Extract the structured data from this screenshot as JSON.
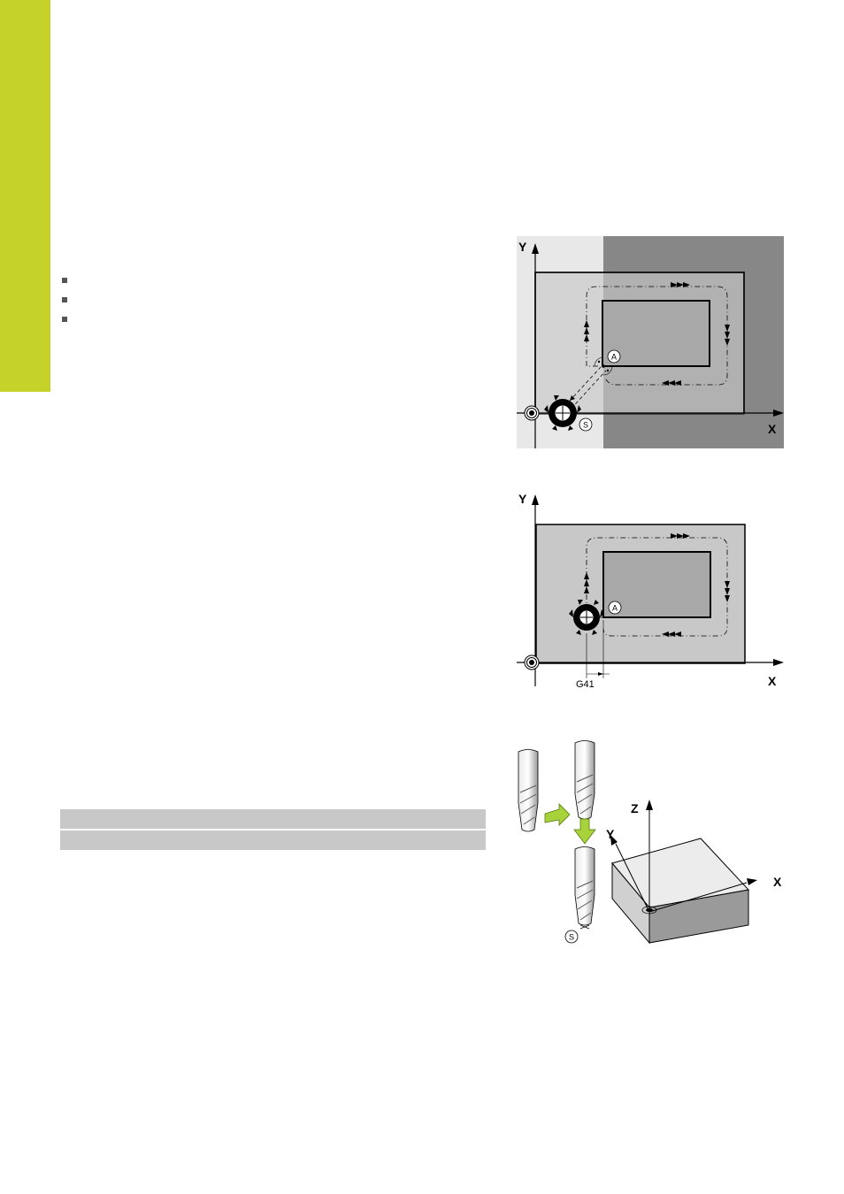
{
  "page": {
    "accent_color": "#c5d22a",
    "bullets": [
      "",
      "",
      ""
    ],
    "table_rows": [
      "",
      ""
    ]
  },
  "figures": {
    "fig1": {
      "y_label": "Y",
      "x_label": "X",
      "point_a": "A",
      "point_s": "S"
    },
    "fig2": {
      "y_label": "Y",
      "x_label": "X",
      "point_a": "A",
      "offset_label": "G41"
    },
    "fig3": {
      "z_label": "Z",
      "y_label": "Y",
      "x_label": "X",
      "point_s": "S"
    }
  }
}
